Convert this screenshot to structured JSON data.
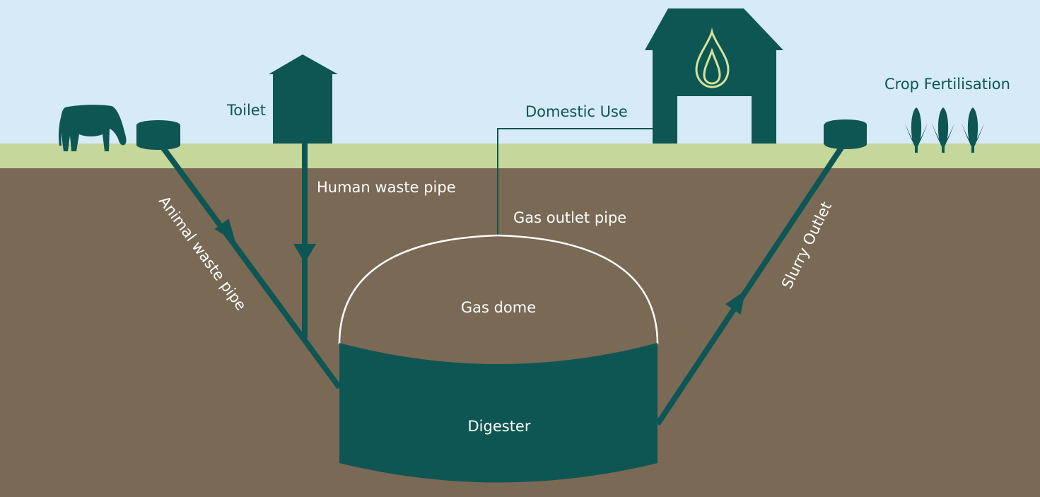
{
  "colors": {
    "sky": "#d6ebf7",
    "grass": "#c5d79a",
    "soil": "#7a6955",
    "teal": "#0e5653",
    "flame": "#d3e39b",
    "label_on_sky": "#0e5653",
    "label_on_soil": "#ffffff"
  },
  "labels": {
    "toilet": "Toilet",
    "domestic_use": "Domestic Use",
    "crop_fertilisation": "Crop Fertilisation",
    "human_waste_pipe": "Human waste pipe",
    "gas_outlet_pipe": "Gas outlet pipe",
    "animal_waste_pipe": "Animal waste pipe",
    "slurry_outlet": "Slurry Outlet",
    "gas_dome": "Gas dome",
    "digester": "Digester"
  },
  "icons": {
    "cow": "cow-icon",
    "toilet": "toilet-house-icon",
    "house": "house-icon",
    "flame": "flame-icon",
    "corn": "corn-icon"
  }
}
